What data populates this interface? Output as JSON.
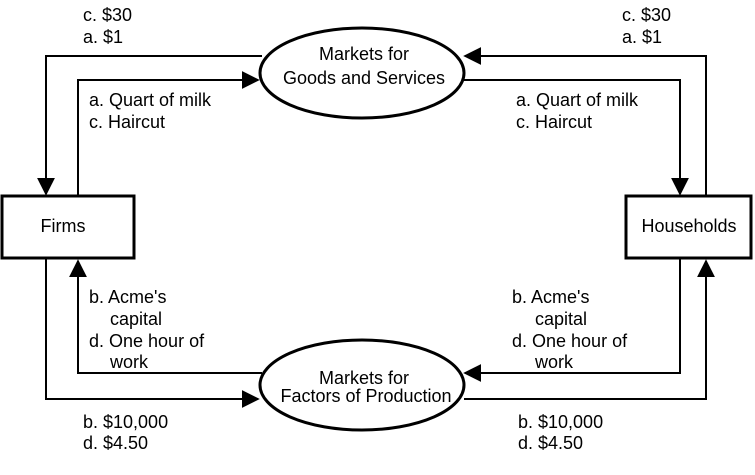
{
  "nodes": {
    "firms": "Firms",
    "households": "Households",
    "goods_market": [
      "Markets for",
      "Goods and Services"
    ],
    "factors_market": [
      "Markets for",
      "Factors of Production"
    ]
  },
  "flows": {
    "top_left_money": [
      "c. $30",
      "a. $1"
    ],
    "top_right_money": [
      "c. $30",
      "a. $1"
    ],
    "top_left_goods": [
      "a. Quart of milk",
      "c. Haircut"
    ],
    "top_right_goods": [
      "a. Quart of milk",
      "c. Haircut"
    ],
    "bottom_left_factors": [
      "b. Acme's",
      "capital",
      "d. One hour of",
      "work"
    ],
    "bottom_right_factors": [
      "b. Acme's",
      "capital",
      "d. One hour of",
      "work"
    ],
    "bottom_left_money": [
      "b. $10,000",
      "d. $4.50"
    ],
    "bottom_right_money": [
      "b. $10,000",
      "d. $4.50"
    ]
  },
  "colors": {
    "stroke": "#000000",
    "background": "#ffffff"
  }
}
